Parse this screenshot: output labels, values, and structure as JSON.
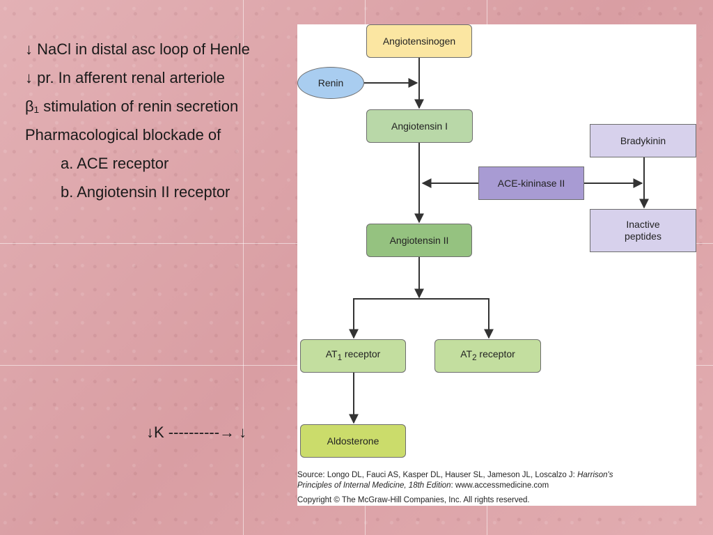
{
  "bullets": [
    {
      "text": "↓ NaCl in distal asc loop of Henle"
    },
    {
      "text": "↓ pr. In afferent renal arteriole"
    },
    {
      "text": "β₁ stimulation of renin secretion"
    },
    {
      "text": "Pharmacological blockade of"
    },
    {
      "text": "a. ACE receptor"
    },
    {
      "text": "b. Angiotensin II receptor"
    }
  ],
  "potassium_line": "↓K ----------→ ↓",
  "diagram": {
    "nodes": {
      "angiotensinogen": "Angiotensinogen",
      "renin": "Renin",
      "angiotensin_1": "Angiotensin I",
      "ace_kininase": "ACE-kininase II",
      "bradykinin": "Bradykinin",
      "inactive_peptides": "Inactive\npeptides",
      "angiotensin_2": "Angiotensin II",
      "at1_main": "AT",
      "at1_sub": "1",
      "at1_rest": " receptor",
      "at2_main": "AT",
      "at2_sub": "2",
      "at2_rest": " receptor",
      "aldosterone": "Aldosterone"
    },
    "source_line1": "Source: Longo DL, Fauci AS, Kasper DL, Hauser SL, Jameson JL, Loscalzo J: ",
    "source_book1": "Harrison's",
    "source_book2": "Principles of Internal Medicine, 18th Edition",
    "source_url": ": www.accessmedicine.com",
    "copyright": "Copyright © The McGraw-Hill Companies, Inc. All rights reserved.",
    "colors": {
      "yellow": "#fbe6a2",
      "green": "#b9d8a8",
      "dark_green": "#95c280",
      "light_green": "#c3de9f",
      "olive": "#cbdc6b",
      "lavender": "#d7d1ec",
      "purple": "#a89bd3",
      "blue": "#a9cdf0"
    }
  }
}
